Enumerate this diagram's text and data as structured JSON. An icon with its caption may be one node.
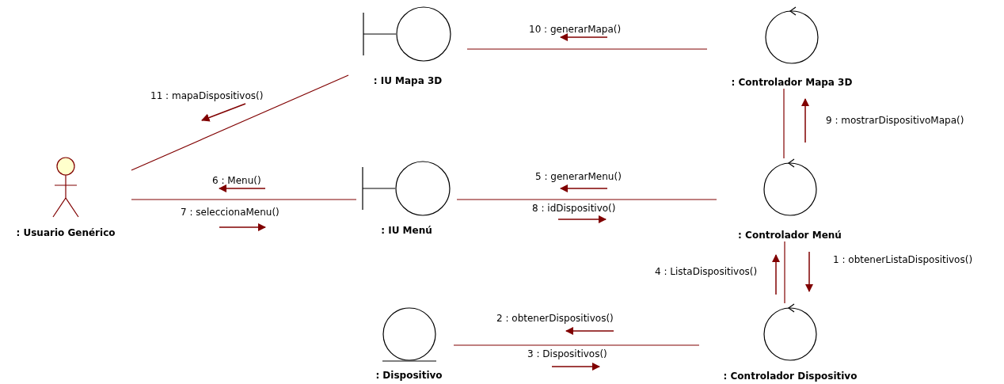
{
  "diagram": {
    "nodes": [
      {
        "text": [
          ": Usuario Genérico"
        ]
      },
      {
        "text": [
          ": IU Mapa 3D"
        ]
      },
      {
        "text": [
          ": Controlador Mapa 3D"
        ]
      },
      {
        "text": [
          ": IU Menú"
        ]
      },
      {
        "text": [
          ": Controlador Menú"
        ]
      },
      {
        "text": [
          ": Dispositivo"
        ]
      },
      {
        "text": [
          ": Controlador Dispositivo"
        ]
      }
    ],
    "edges": [
      {
        "from": 0,
        "to": 1,
        "arrow": "none"
      },
      {
        "from": 0,
        "to": 3,
        "arrow": "none"
      },
      {
        "from": 1,
        "to": 2,
        "arrow": "none"
      },
      {
        "from": 3,
        "to": 4,
        "arrow": "none"
      },
      {
        "from": 2,
        "to": 4,
        "arrow": "none"
      },
      {
        "from": 4,
        "to": 6,
        "arrow": "none"
      },
      {
        "from": 5,
        "to": 6,
        "arrow": "none"
      }
    ],
    "labels": [
      "10 : generarMapa()",
      "11 : mapaDispositivos()",
      "9 : mostrarDispositivoMapa()",
      "6 : Menu()",
      "5 : generarMenu()",
      "7 : seleccionaMenu()",
      "8 : idDispositivo()",
      "4 : ListaDispositivos()",
      "1 : obtenerListaDispositivos()",
      "2 : obtenerDispositivos()",
      "3 : Dispositivos()"
    ]
  }
}
